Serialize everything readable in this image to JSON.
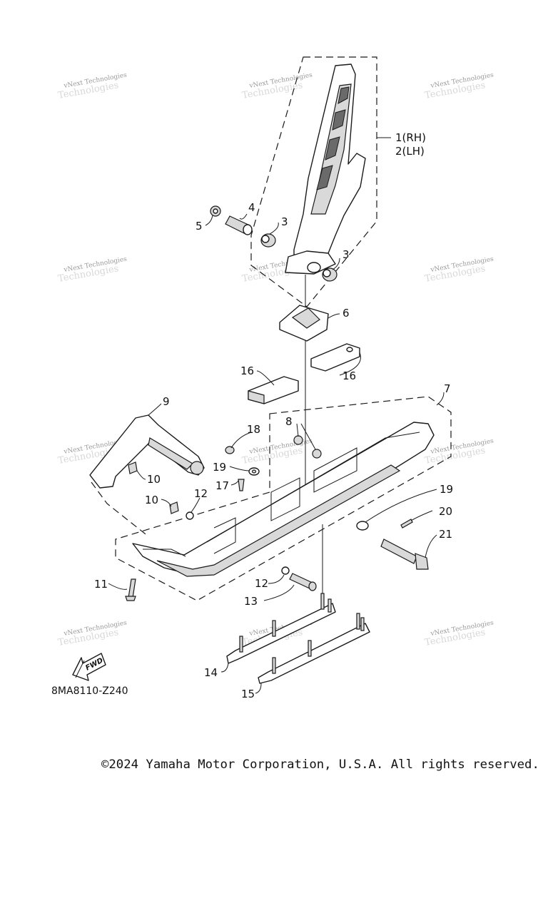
{
  "diagram_code": "8MA8110-Z240",
  "fwd_label": "FWD",
  "copyright": "©2024 Yamaha Motor Corporation, U.S.A. All rights reserved.",
  "watermark": {
    "line1": "vNext Technologies",
    "line2": "Technologies"
  },
  "callouts": {
    "c1": "1(RH)",
    "c2": "2(LH)",
    "c3a": "3",
    "c3b": "3",
    "c4": "4",
    "c5": "5",
    "c6": "6",
    "c7": "7",
    "c8": "8",
    "c9": "9",
    "c10a": "10",
    "c10b": "10",
    "c11": "11",
    "c12a": "12",
    "c12b": "12",
    "c13": "13",
    "c14": "14",
    "c15": "15",
    "c16a": "16",
    "c16b": "16",
    "c17": "17",
    "c18": "18",
    "c19a": "19",
    "c19b": "19",
    "c20": "20",
    "c21": "21"
  }
}
